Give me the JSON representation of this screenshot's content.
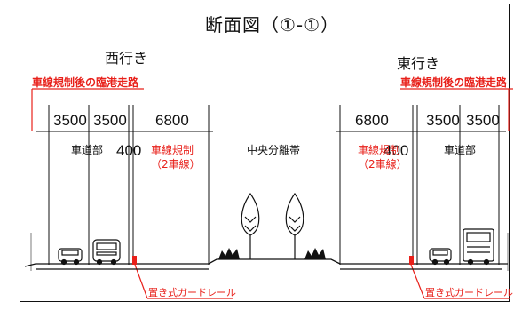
{
  "title": "断面図（①-①）",
  "directions": {
    "west": "西行き",
    "east": "東行き"
  },
  "red_labels": {
    "west_route": "車線規制後の臨港走路",
    "east_route": "車線規制後の臨港走路",
    "west_regulation_line1": "車線規制",
    "west_regulation_line2": "（2車線）",
    "east_regulation_line1": "車線規制",
    "east_regulation_line2": "（2車線）",
    "west_guardrail": "置き式ガードレール",
    "east_guardrail": "置き式ガードレール"
  },
  "dimensions": {
    "west_lane1": "3500",
    "west_lane2": "3500",
    "west_shoulder": "400",
    "west_reg": "6800",
    "east_reg": "6800",
    "east_shoulder": "400",
    "east_lane1": "3500",
    "east_lane2": "3500"
  },
  "zones": {
    "west_carriageway": "車道部",
    "median": "中央分離帯",
    "east_carriageway": "車道部"
  },
  "colors": {
    "line": "#111111",
    "accent_red": "#e8201a"
  }
}
